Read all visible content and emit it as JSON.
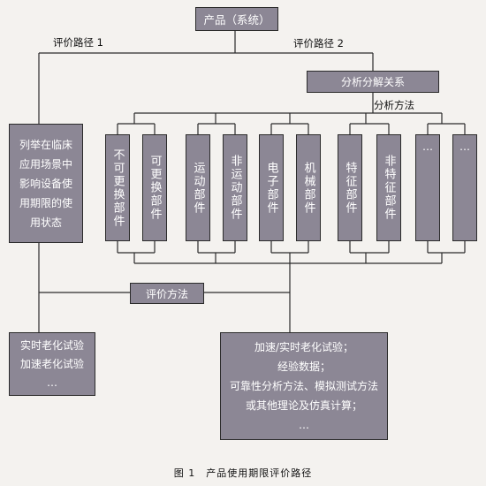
{
  "root": "产品（系统）",
  "path1_label": "评价路径 1",
  "path2_label": "评价路径 2",
  "decomposition": "分析分解关系",
  "analysis_method_label": "分析方法",
  "left_usage": [
    "列举在临床",
    "应用场景中",
    "影响设备使",
    "用期限的使",
    "用状态"
  ],
  "parts": [
    {
      "key": "non-replaceable",
      "label": "不可更换部件"
    },
    {
      "key": "replaceable",
      "label": "可更换部件"
    },
    {
      "key": "moving",
      "label": "运动部件"
    },
    {
      "key": "non-moving",
      "label": "非运动部件"
    },
    {
      "key": "electronic",
      "label": "电子部件"
    },
    {
      "key": "mechanical",
      "label": "机械部件"
    },
    {
      "key": "characteristic",
      "label": "特征部件"
    },
    {
      "key": "non-characteristic",
      "label": "非特征部件"
    },
    {
      "key": "more-1",
      "label": "…"
    },
    {
      "key": "more-2",
      "label": "…"
    }
  ],
  "eval_method": "评价方法",
  "left_tests": [
    "实时老化试验",
    "加速老化试验",
    "…"
  ],
  "right_methods": [
    "加速/实时老化试验；",
    "经验数据；",
    "可靠性分析方法、模拟测试方法",
    "或其他理论及仿真计算；",
    "…"
  ],
  "caption": "图 1　产品使用期限评价路径"
}
